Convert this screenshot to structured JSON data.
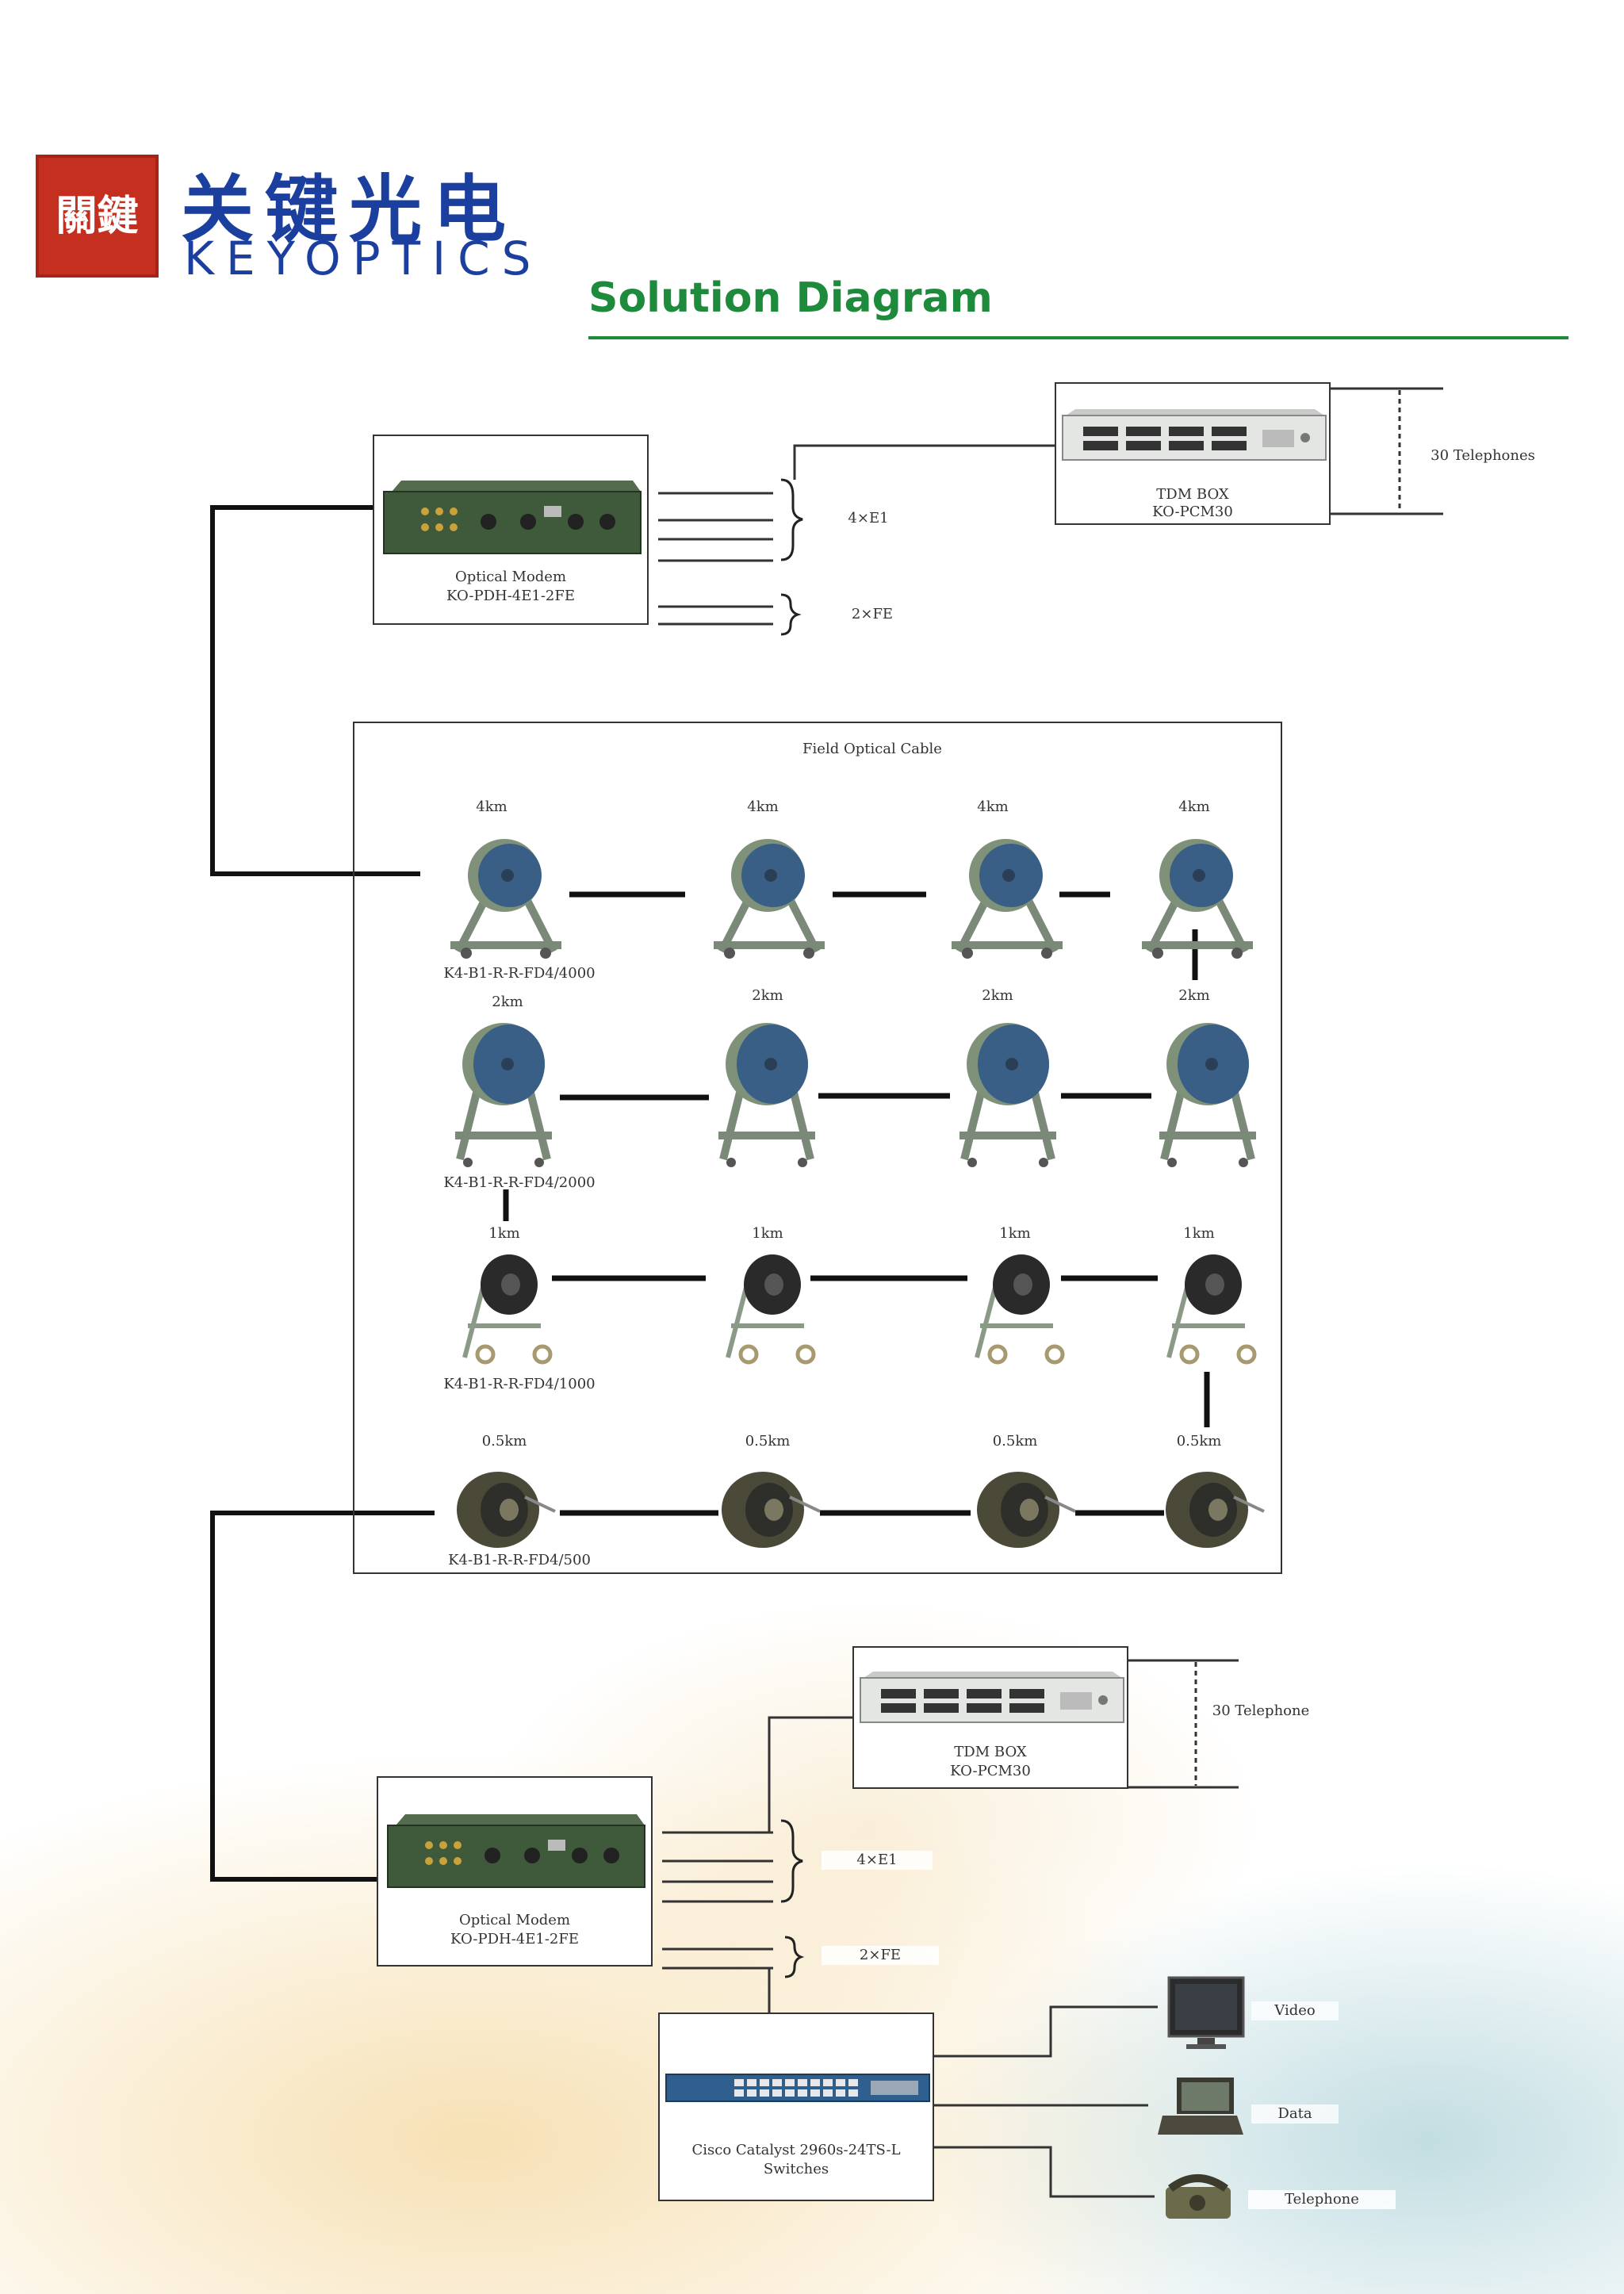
{
  "brand": {
    "seal_text": "關鍵",
    "name_cn": "关键光电",
    "name_en": "KEYOPTICS"
  },
  "title": "Solution Diagram",
  "colors": {
    "brand_blue": "#1b3f9e",
    "title_green": "#1e8a3c",
    "seal_red": "#c42f1f",
    "reel_blue": "#3a5f86",
    "frame_grey": "#8a9a86"
  },
  "top": {
    "modem": {
      "line1": "Optical Modem",
      "line2": "KO-PDH-4E1-2FE"
    },
    "tdm": {
      "line1": "TDM BOX",
      "line2": "KO-PCM30"
    },
    "e1_label": "4×E1",
    "fe_label": "2×FE",
    "phones_label": "30 Telephones"
  },
  "cable": {
    "title": "Field Optical Cable",
    "rows": [
      {
        "distances": [
          "4km",
          "4km",
          "4km",
          "4km"
        ],
        "model": "K4-B1-R-R-FD4/4000"
      },
      {
        "distances": [
          "2km",
          "2km",
          "2km",
          "2km"
        ],
        "model": "K4-B1-R-R-FD4/2000"
      },
      {
        "distances": [
          "1km",
          "1km",
          "1km",
          "1km"
        ],
        "model": "K4-B1-R-R-FD4/1000"
      },
      {
        "distances": [
          "0.5km",
          "0.5km",
          "0.5km",
          "0.5km"
        ],
        "model": "K4-B1-R-R-FD4/500"
      }
    ]
  },
  "bottom": {
    "modem": {
      "line1": "Optical Modem",
      "line2": "KO-PDH-4E1-2FE"
    },
    "tdm": {
      "line1": "TDM BOX",
      "line2": "KO-PCM30"
    },
    "e1_label": "4×E1",
    "fe_label": "2×FE",
    "phones_label": "30 Telephone",
    "switch": {
      "line1": "Cisco Catalyst 2960s-24TS-L",
      "line2": "Switches"
    },
    "endpoints": {
      "video": "Video",
      "data": "Data",
      "telephone": "Telephone"
    }
  }
}
